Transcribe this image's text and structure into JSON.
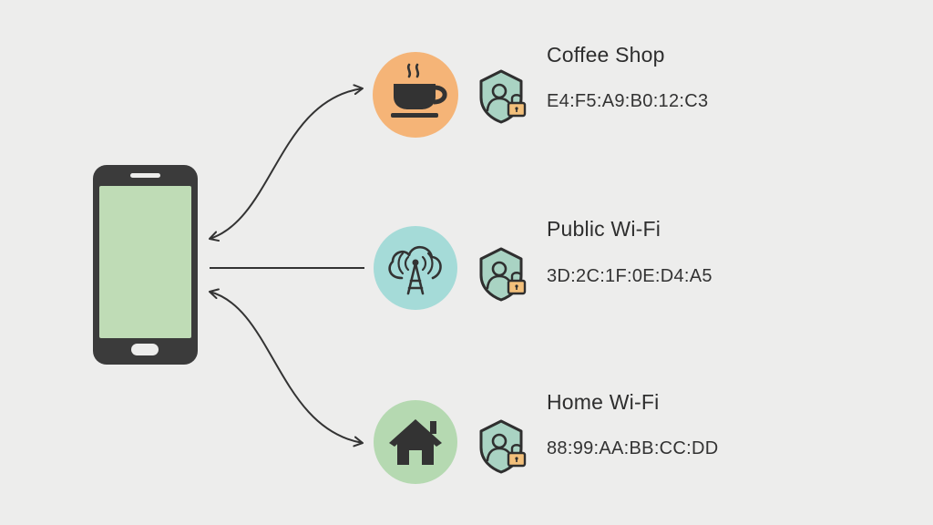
{
  "networks": [
    {
      "name": "Coffee Shop",
      "mac": "E4:F5:A9:B0:12:C3",
      "icon": "coffee-cup-icon",
      "badge_color": "#f5b477",
      "connection": "connected-bidirectional"
    },
    {
      "name": "Public Wi-Fi",
      "mac": "3D:2C:1F:0E:D4:A5",
      "icon": "cloud-antenna-icon",
      "badge_color": "#a5dbd8",
      "connection": "line"
    },
    {
      "name": "Home Wi-Fi",
      "mac": "88:99:AA:BB:CC:DD",
      "icon": "house-icon",
      "badge_color": "#b5d9b1",
      "connection": "connected-bidirectional"
    }
  ],
  "device": {
    "icon": "smartphone-icon",
    "screen_color": "#bfdcb6",
    "body_color": "#3b3b3b"
  },
  "security_icon": "shield-user-lock-icon",
  "colors": {
    "background": "#ededec",
    "line": "#333333",
    "shield_fill": "#a9d3c3",
    "lock_fill": "#f3c07b"
  }
}
